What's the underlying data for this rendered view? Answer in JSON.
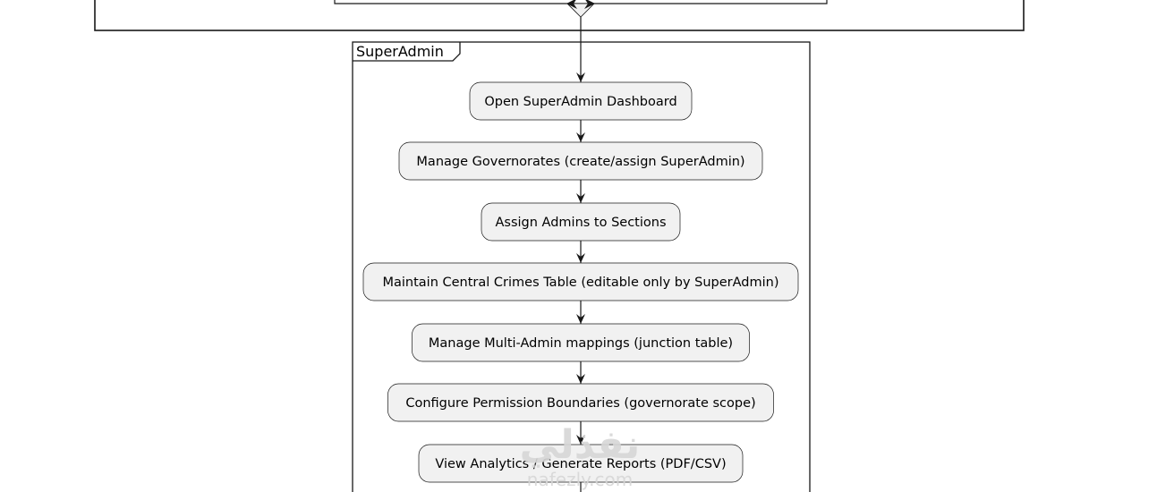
{
  "partition": {
    "title": "SuperAdmin"
  },
  "nodes": [
    {
      "label": "Open SuperAdmin Dashboard"
    },
    {
      "label": "Manage Governorates (create/assign SuperAdmin)"
    },
    {
      "label": "Assign Admins to Sections"
    },
    {
      "label": "Maintain Central Crimes Table (editable only by SuperAdmin)"
    },
    {
      "label": "Manage Multi-Admin mappings (junction table)"
    },
    {
      "label": "Configure Permission Boundaries (governorate scope)"
    },
    {
      "label": "View Analytics / Generate Reports (PDF/CSV)"
    }
  ],
  "watermark": {
    "arabic": "نفذلي",
    "latin": "nafezly.com"
  },
  "colors": {
    "node_fill": "#f1f1f1",
    "line": "#181818",
    "background": "#ffffff"
  }
}
